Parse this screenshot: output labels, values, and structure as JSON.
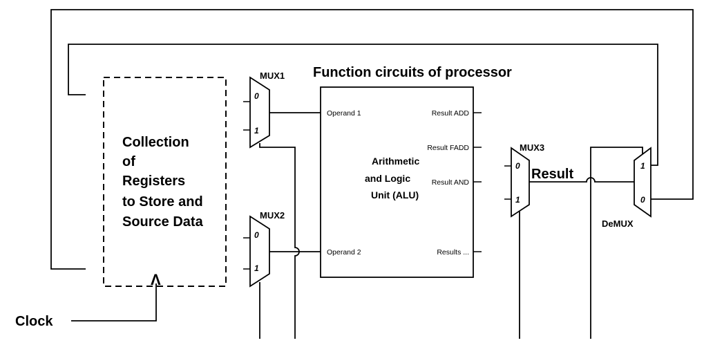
{
  "diagram": {
    "title": "Function circuits of processor",
    "registers": {
      "lines": [
        "Collection",
        "of",
        "Registers",
        "to Store and",
        "Source Data"
      ]
    },
    "clock": "Clock",
    "clock_symbol": "Λ",
    "mux1": {
      "label": "MUX1",
      "in0": "0",
      "in1": "1"
    },
    "mux2": {
      "label": "MUX2",
      "in0": "0",
      "in1": "1"
    },
    "mux3": {
      "label": "MUX3",
      "in0": "0",
      "in1": "1"
    },
    "demux": {
      "label": "DeMUX",
      "out1": "1",
      "out0": "0"
    },
    "alu": {
      "lines": [
        "Arithmetic",
        "and Logic",
        "Unit (ALU)"
      ],
      "operand1": "Operand 1",
      "operand2": "Operand 2",
      "result_add": "Result ADD",
      "result_fadd": "Result FADD",
      "result_and": "Result AND",
      "results_more": "Results ..."
    },
    "result": "Result"
  }
}
